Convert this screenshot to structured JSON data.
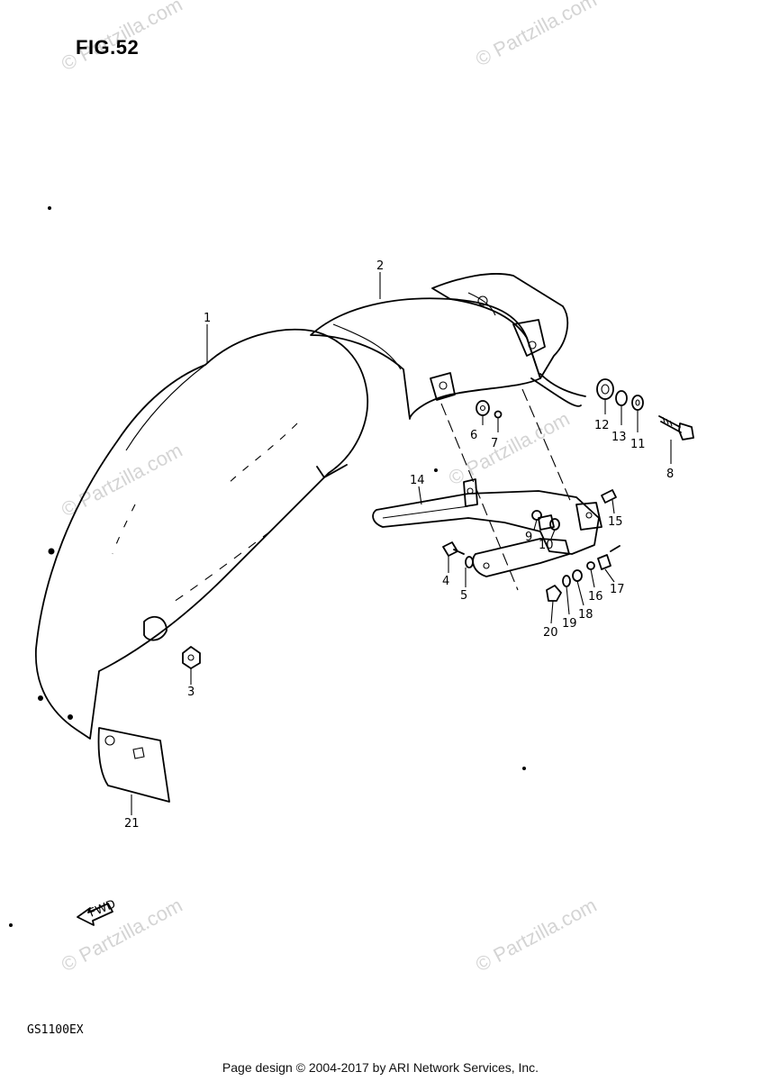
{
  "figure": {
    "title": "FIG.52"
  },
  "model_code": "GS1100EX",
  "footer": "Page design © 2004-2017 by ARI Network Services, Inc.",
  "watermark": "© Partzilla.com",
  "direction_label": "FWD",
  "callouts": {
    "c1": "1",
    "c2": "2",
    "c3": "3",
    "c4": "4",
    "c5": "5",
    "c6": "6",
    "c7": "7",
    "c8": "8",
    "c9": "9",
    "c10": "10",
    "c11": "11",
    "c12": "12",
    "c13": "13",
    "c14": "14",
    "c15": "15",
    "c16": "16",
    "c17": "17",
    "c18": "18",
    "c19": "19",
    "c20": "20",
    "c21": "21"
  }
}
